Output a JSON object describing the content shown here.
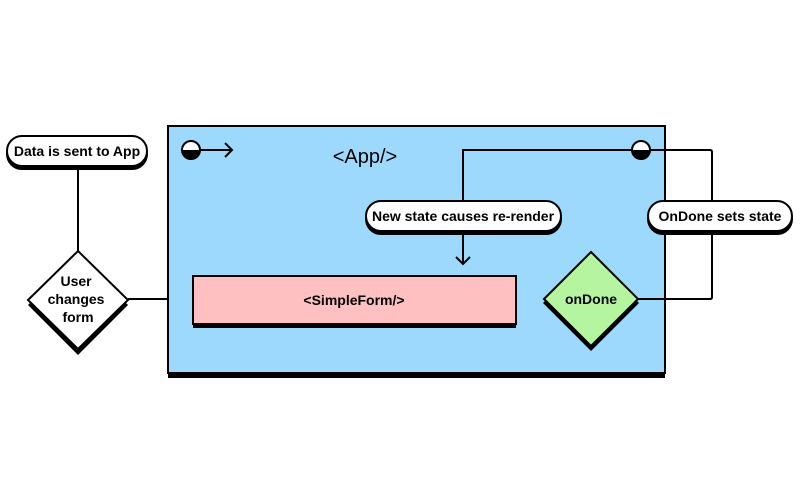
{
  "colors": {
    "app_fill": "#9dd9fd",
    "simpleform_fill": "#ffc0c2",
    "ondone_fill": "#b5f5a0",
    "outline": "#000000",
    "pill_fill": "#ffffff"
  },
  "diagram": {
    "app_label": "<App/>",
    "simpleform_label": "<SimpleForm/>",
    "ondone_label": "onDone",
    "user_changes_form": [
      "User",
      "changes",
      "form"
    ],
    "callouts": {
      "data_sent": "Data is sent to App",
      "new_state": "New state causes re-render",
      "ondone_sets_state": "OnDone sets state"
    }
  }
}
